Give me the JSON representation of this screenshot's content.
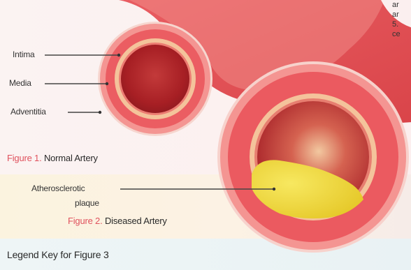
{
  "figure1": {
    "labels": {
      "intima": "Intima",
      "media": "Media",
      "adventitia": "Adventitia"
    },
    "caption_number": "Figure 1.",
    "caption_title": "Normal Artery"
  },
  "figure2": {
    "plaque_label_line1": "Atherosclerotic",
    "plaque_label_line2": "plaque",
    "caption_number": "Figure 2.",
    "caption_title": "Diseased Artery"
  },
  "legend": {
    "title": "Legend Key for Figure 3"
  },
  "clipped_text": {
    "line1": "ar",
    "line2": "ar",
    "line3": "5.",
    "line4": "ce"
  },
  "colors": {
    "vessel_outer": "#f58b8a",
    "vessel_media": "#ea5a60",
    "vessel_intima": "#f4c39b",
    "lumen": "#b3272c",
    "plaque": "#efd93a",
    "caption_accent": "#e0525e"
  }
}
